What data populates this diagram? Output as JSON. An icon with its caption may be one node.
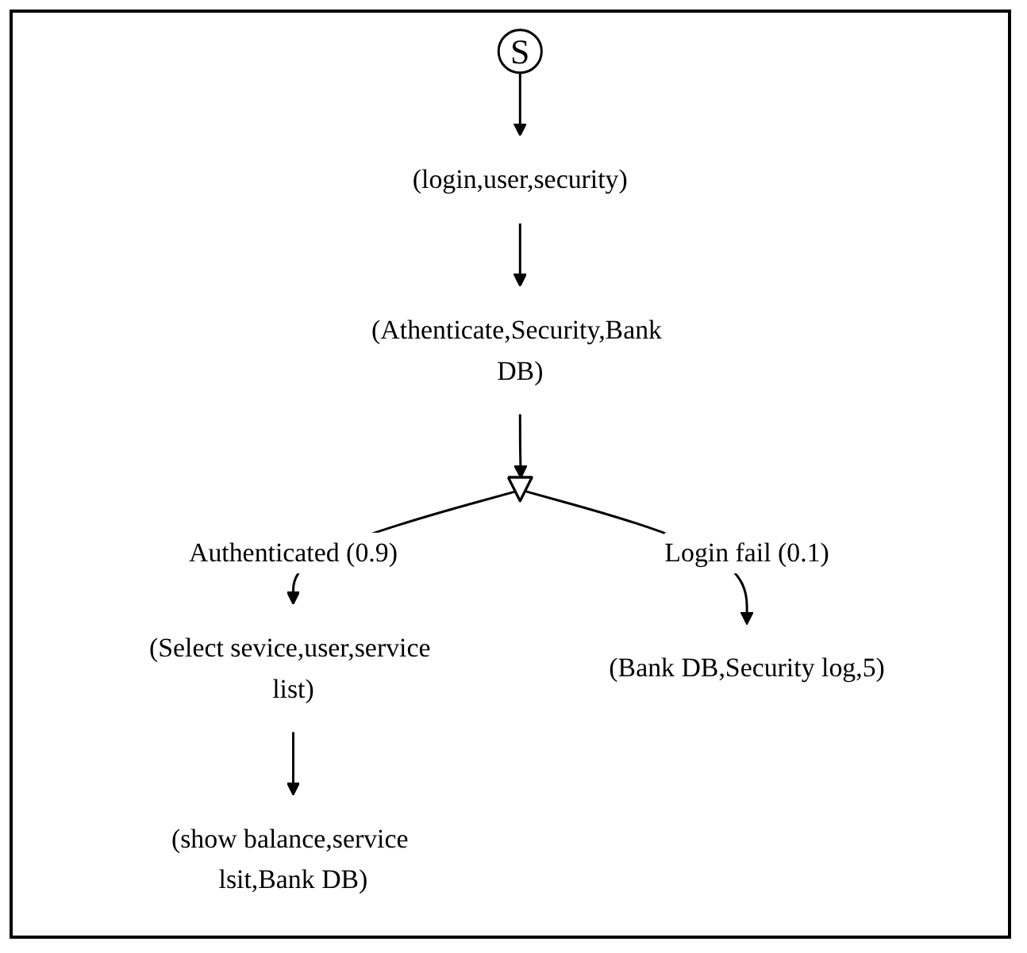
{
  "diagram": {
    "nodes": [
      {
        "text": [
          "S"
        ]
      },
      {
        "text": [
          "(login,user,security)"
        ]
      },
      {
        "text": [
          "(Athenticate,Security,Bank DB)"
        ]
      },
      {
        "text": [],
        "shape": "triangle"
      },
      {
        "text": [
          "(Select sevice,user,service list)"
        ]
      },
      {
        "text": [
          "(Bank DB,Security log,5)"
        ]
      },
      {
        "text": [
          "(show balance,service lsit,Bank DB)"
        ]
      }
    ],
    "edges": [
      {
        "from": 0,
        "to": 1,
        "arrow": "to"
      },
      {
        "from": 1,
        "to": 2,
        "arrow": "to"
      },
      {
        "from": 2,
        "to": 3,
        "arrow": "to"
      },
      {
        "from": 3,
        "to": 4,
        "arrow": "to",
        "label": "Authenticated (0.9)"
      },
      {
        "from": 3,
        "to": 5,
        "arrow": "to",
        "label": "Login fail (0.1)"
      },
      {
        "from": 4,
        "to": 6,
        "arrow": "to"
      }
    ]
  }
}
